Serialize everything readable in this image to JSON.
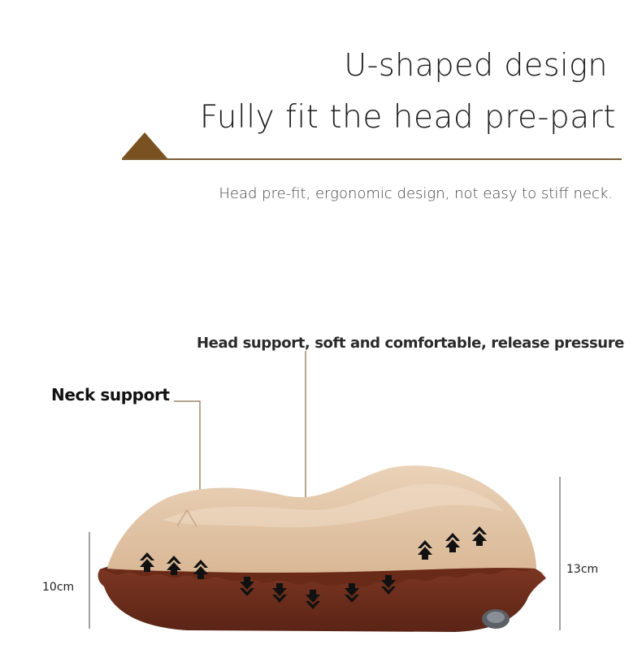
{
  "heading": {
    "line1": "U-shaped design",
    "line2": "Fully fit the head pre-part",
    "subtitle": "Head pre-fit, ergonomic design, not easy to stiff neck."
  },
  "callouts": {
    "head": "Head support, soft and comfortable, release pressure",
    "neck": "Neck support"
  },
  "dimensions": {
    "left": "10cm",
    "right": "13cm"
  },
  "colors": {
    "accent": "#7a5222",
    "pillow_top": "#e3c6a8",
    "pillow_base": "#6e2e1c"
  },
  "icons": [
    "up-arrow-icon",
    "down-arrow-icon",
    "valve-icon"
  ]
}
